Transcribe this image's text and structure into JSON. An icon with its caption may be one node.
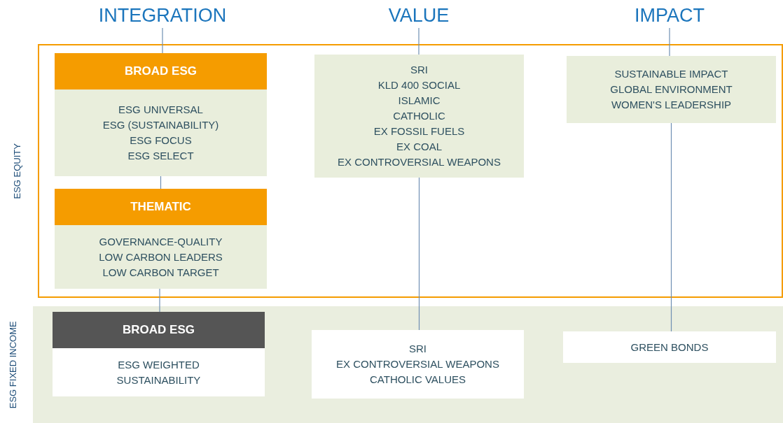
{
  "diagram": {
    "nodes": [
      {
        "text": [
          "INTEGRATION"
        ]
      },
      {
        "text": [
          "VALUE"
        ]
      },
      {
        "text": [
          "IMPACT"
        ]
      },
      {
        "text": [
          "ESG EQUITY"
        ]
      },
      {
        "text": [
          "BROAD ESG",
          "ESG UNIVERSAL",
          "ESG (SUSTAINABILITY)",
          "ESG FOCUS",
          "ESG SELECT"
        ],
        "in": 3
      },
      {
        "text": [
          "THEMATIC",
          "GOVERNANCE-QUALITY",
          "LOW CARBON LEADERS",
          "LOW CARBON TARGET"
        ],
        "in": 3
      },
      {
        "text": [
          "SRI",
          "KLD 400 SOCIAL",
          "ISLAMIC",
          "CATHOLIC",
          "EX FOSSIL FUELS",
          "EX COAL",
          "EX CONTROVERSIAL WEAPONS"
        ],
        "in": 3
      },
      {
        "text": [
          "SUSTAINABLE IMPACT",
          "GLOBAL ENVIRONMENT",
          "WOMEN'S LEADERSHIP"
        ],
        "in": 3
      },
      {
        "text": [
          "ESG FIXED INCOME"
        ]
      },
      {
        "text": [
          "BROAD ESG",
          "ESG WEIGHTED",
          "SUSTAINABILITY"
        ],
        "in": 8
      },
      {
        "text": [
          "SRI",
          "EX CONTROVERSIAL WEAPONS",
          "CATHOLIC VALUES"
        ],
        "in": 8
      },
      {
        "text": [
          "GREEN BONDS"
        ],
        "in": 8
      }
    ],
    "edges": [
      {
        "from": 0,
        "to": 4,
        "arrow": "none"
      },
      {
        "from": 4,
        "to": 5,
        "arrow": "none"
      },
      {
        "from": 5,
        "to": 9,
        "arrow": "none"
      },
      {
        "from": 1,
        "to": 6,
        "arrow": "none"
      },
      {
        "from": 6,
        "to": 10,
        "arrow": "none"
      },
      {
        "from": 2,
        "to": 7,
        "arrow": "none"
      },
      {
        "from": 7,
        "to": 11,
        "arrow": "none"
      }
    ]
  }
}
